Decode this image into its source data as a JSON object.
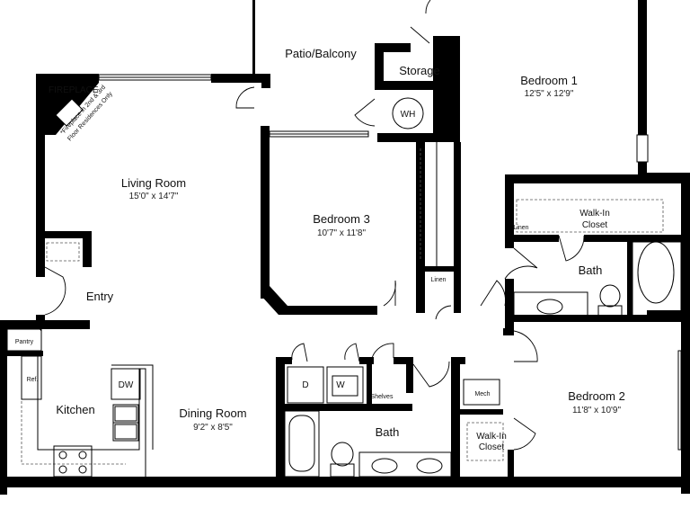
{
  "fireplace": {
    "label": "FIREPLACE",
    "note_line1": "*Fireplace in 2nd & 3rd",
    "note_line2": "Floor Residences Only"
  },
  "rooms": {
    "patio": {
      "name": "Patio/Balcony"
    },
    "storage": {
      "name": "Storage"
    },
    "water_heater": {
      "name": "WH"
    },
    "bedroom1": {
      "name": "Bedroom 1",
      "dims": "12'5\" x 12'9\""
    },
    "living": {
      "name": "Living Room",
      "dims": "15'0\" x 14'7\""
    },
    "bedroom3": {
      "name": "Bedroom 3",
      "dims": "10'7\" x 11'8\""
    },
    "walkin_closet1": {
      "line1": "Walk-In",
      "line2": "Closet"
    },
    "linen1": {
      "name": "Linen"
    },
    "linen2": {
      "name": "Linen"
    },
    "bath1": {
      "name": "Bath"
    },
    "entry": {
      "name": "Entry"
    },
    "pantry": {
      "name": "Pantry"
    },
    "refrigerator": {
      "name": "Ref."
    },
    "dishwasher": {
      "name": "DW"
    },
    "kitchen": {
      "name": "Kitchen"
    },
    "dining": {
      "name": "Dining Room",
      "dims": "9'2\" x 8'5\""
    },
    "dryer": {
      "name": "D"
    },
    "washer": {
      "name": "W"
    },
    "shelves": {
      "name": "Shelves"
    },
    "bath2": {
      "name": "Bath"
    },
    "mech": {
      "name": "Mech"
    },
    "walkin_closet2": {
      "line1": "Walk-In",
      "line2": "Closet"
    },
    "bedroom2": {
      "name": "Bedroom 2",
      "dims": "11'8\" x 10'9\""
    }
  }
}
